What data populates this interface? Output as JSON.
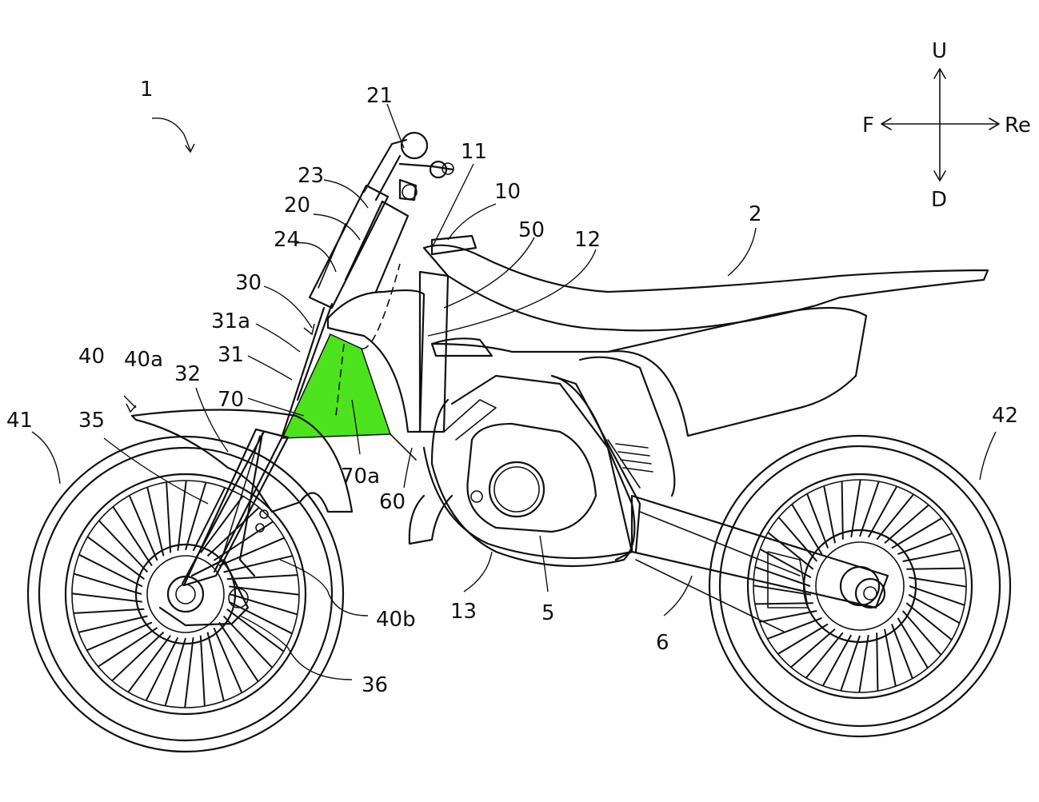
{
  "highlight_color": "#4de31c",
  "labels": {
    "1": "1",
    "2": "2",
    "5": "5",
    "6": "6",
    "10": "10",
    "11": "11",
    "12": "12",
    "13": "13",
    "20": "20",
    "21": "21",
    "23": "23",
    "24": "24",
    "30": "30",
    "31": "31",
    "31a": "31a",
    "32": "32",
    "35": "35",
    "36": "36",
    "40": "40",
    "40a": "40a",
    "40b": "40b",
    "41": "41",
    "42": "42",
    "50": "50",
    "60": "60",
    "70": "70",
    "70a": "70a"
  },
  "directions": {
    "up": "U",
    "down": "D",
    "front": "F",
    "rear": "Re"
  }
}
